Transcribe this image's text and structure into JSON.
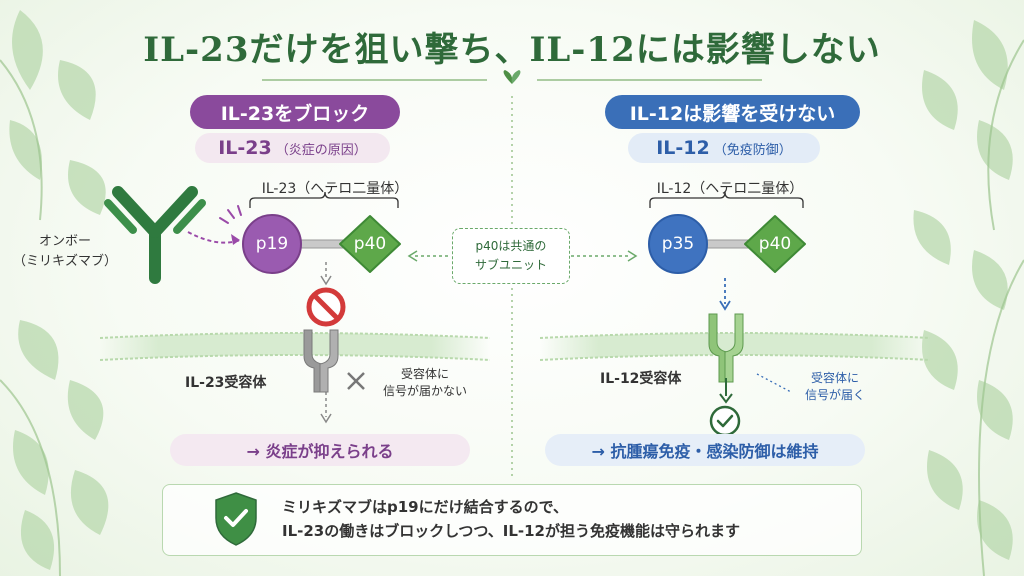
{
  "title": "IL-23だけを狙い撃ち、IL-12には影響しない",
  "left": {
    "header": "IL-23をブロック",
    "subtitle_main": "IL-23",
    "subtitle_note": "（炎症の原因）",
    "heterodimer_label": "IL-23（ヘテロ二量体）",
    "subunit_a": "p19",
    "subunit_b": "p40",
    "antibody_label_line1": "オンボー",
    "antibody_label_line2": "（ミリキズマブ）",
    "receptor_label": "IL-23受容体",
    "no_signal_line1": "受容体に",
    "no_signal_line2": "信号が届かない",
    "result": "→ 炎症が抑えられる"
  },
  "center": {
    "line1": "p40は共通の",
    "line2": "サブユニット"
  },
  "right": {
    "header": "IL-12は影響を受けない",
    "subtitle_main": "IL-12",
    "subtitle_note": "（免疫防御）",
    "heterodimer_label": "IL-12（ヘテロ二量体）",
    "subunit_a": "p35",
    "subunit_b": "p40",
    "receptor_label": "IL-12受容体",
    "signal_line1": "受容体に",
    "signal_line2": "信号が届く",
    "result": "→ 抗腫瘍免疫・感染防御は維持"
  },
  "summary": {
    "line1": "ミリキズマブはp19にだけ結合するので、",
    "line2": "IL-23の働きはブロックしつつ、IL-12が担う免疫機能は守られます"
  },
  "colors": {
    "green": "#2f6a3a",
    "purple": "#8a4a9c",
    "blue": "#3a6fb8",
    "leaf_green": "#6aa96a"
  }
}
